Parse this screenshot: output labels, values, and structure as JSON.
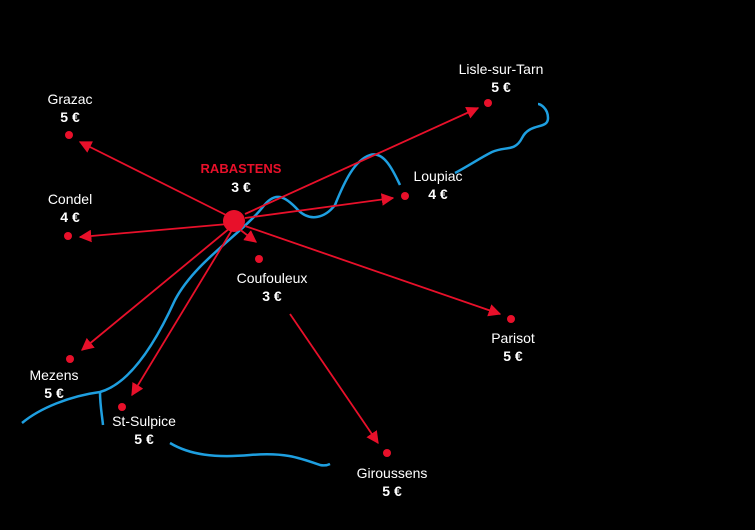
{
  "colors": {
    "background": "#000000",
    "route": "#e8102a",
    "river": "#1e9fe0",
    "town": "#e8102a",
    "text": "#ffffff"
  },
  "hub": {
    "name": "RABASTENS",
    "price": "3 €"
  },
  "towns": [
    {
      "id": "grazac",
      "name": "Grazac",
      "price": "5 €"
    },
    {
      "id": "condel",
      "name": "Condel",
      "price": "4 €"
    },
    {
      "id": "mezens",
      "name": "Mezens",
      "price": "5 €"
    },
    {
      "id": "st-sulpice",
      "name": "St-Sulpice",
      "price": "5 €"
    },
    {
      "id": "coufouleux",
      "name": "Coufouleux",
      "price": "3 €"
    },
    {
      "id": "giroussens",
      "name": "Giroussens",
      "price": "5 €"
    },
    {
      "id": "loupiac",
      "name": "Loupiac",
      "price": "4 €"
    },
    {
      "id": "lisle-sur-tarn",
      "name": "Lisle-sur-Tarn",
      "price": "5 €"
    },
    {
      "id": "parisot",
      "name": "Parisot",
      "price": "5 €"
    }
  ]
}
